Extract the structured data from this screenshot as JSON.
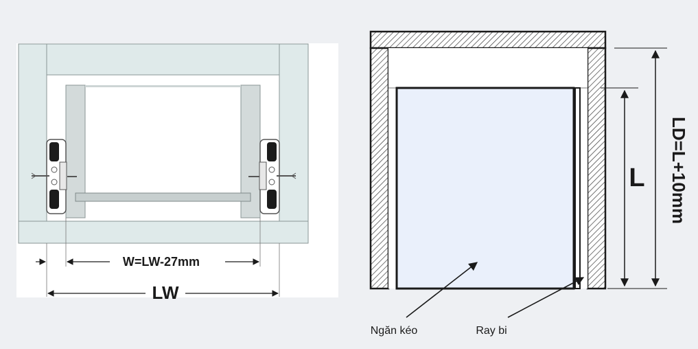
{
  "front_view": {
    "inner_width_label": "W=LW-27mm",
    "cabinet_width_label": "LW"
  },
  "side_view": {
    "slide_length_label": "L",
    "cabinet_depth_label": "LD=L+10mm",
    "drawer_label": "Ngăn kéo",
    "slide_label": "Ray bi"
  },
  "colors": {
    "background": "#eef0f3",
    "panel": "#dfeaea",
    "drawer_fill": "#eaf0fb",
    "line": "#1a1a1a"
  }
}
